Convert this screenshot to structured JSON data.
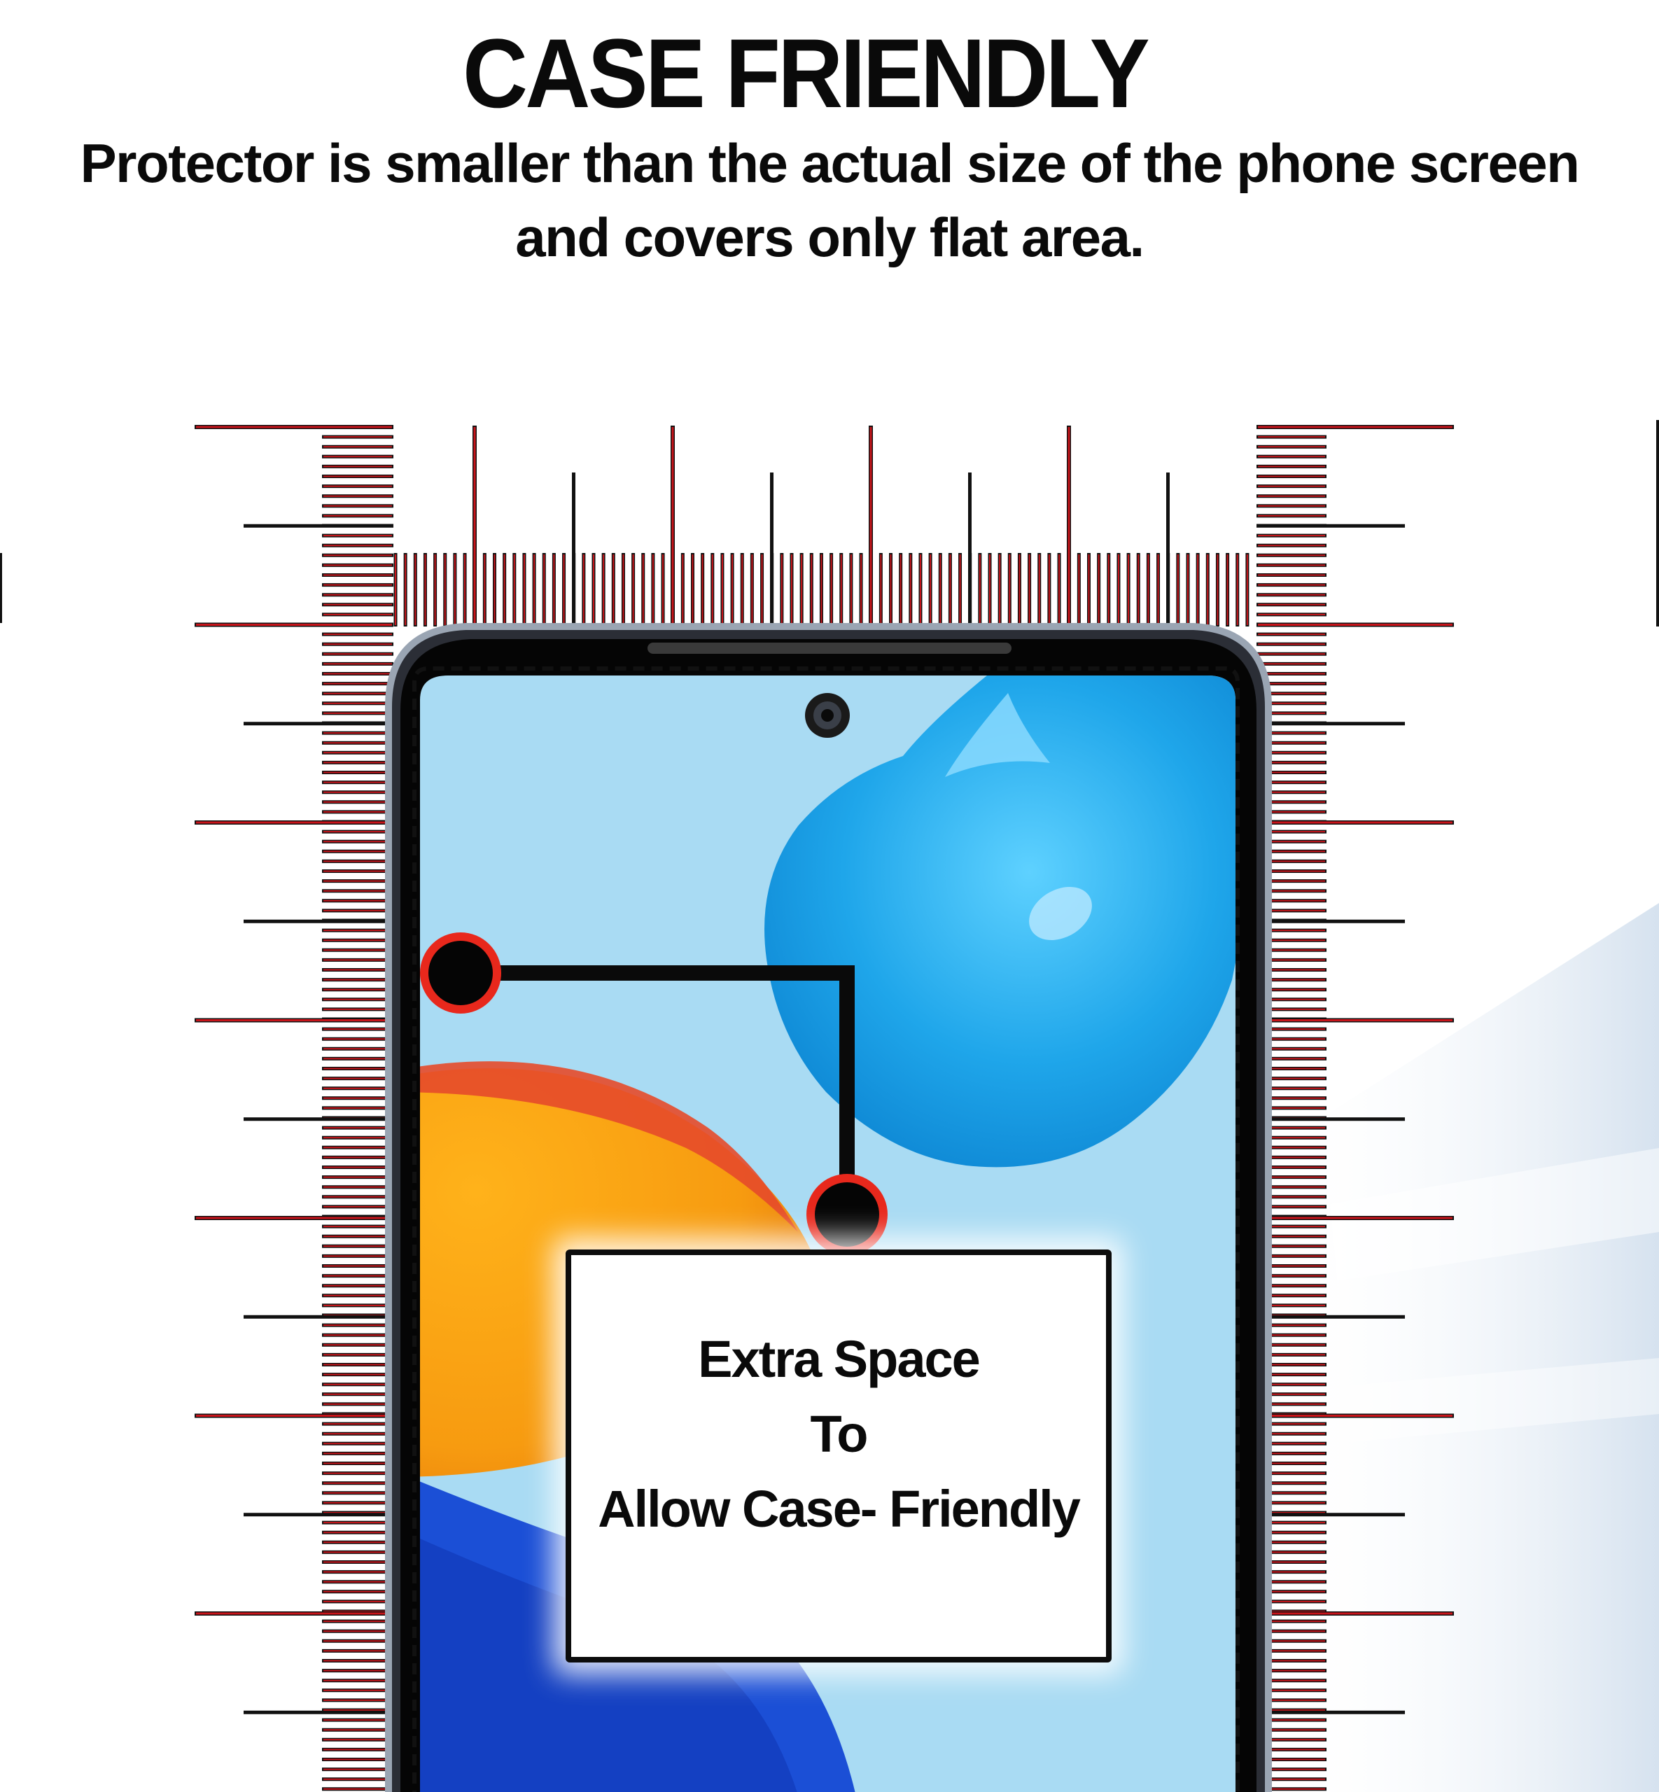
{
  "header": {
    "title": "CASE FRIENDLY",
    "subtitle_lines": [
      "Protector is smaller than the actual size of the phone screen",
      "and covers only flat area."
    ]
  },
  "callout": {
    "lines": [
      "Extra Space",
      "To",
      "Allow Case- Friendly"
    ]
  },
  "colors": {
    "ruler_red": "#c8141a",
    "ruler_dark": "#111111",
    "screen_light_blue": "#a9dbf3",
    "droplet_blue": "#1aa0e6",
    "orange": "#f7a012",
    "deep_blue": "#1b4fd6",
    "marker_red": "#e8281c",
    "marker_black": "#050505"
  },
  "icons": [
    "front-camera-icon",
    "marker-dot-icon"
  ]
}
